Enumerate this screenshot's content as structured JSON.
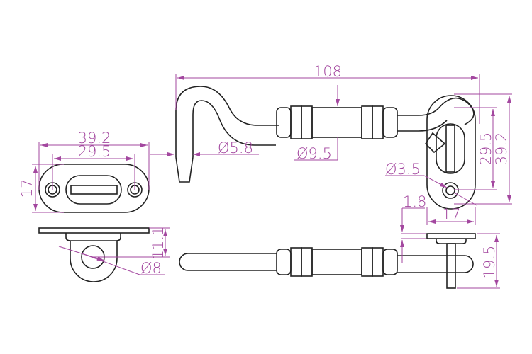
{
  "dimensions": {
    "overall_length": "108",
    "hook_diameter": "Ø5.8",
    "handle_diameter": "Ø9.5",
    "plate_length_left": "39.2",
    "hole_spacing_left": "29.5",
    "plate_width_left": "17",
    "eye_height": "11.1",
    "eye_diameter": "Ø8",
    "hole_spacing_right": "29.5",
    "plate_length_right": "39.2",
    "screw_hole_diameter": "Ø3.5",
    "plate_thickness": "1.8",
    "plate_width_right": "17",
    "eye_depth": "19.5"
  },
  "colors": {
    "dimension": "#a3479f",
    "outline": "#222222"
  }
}
